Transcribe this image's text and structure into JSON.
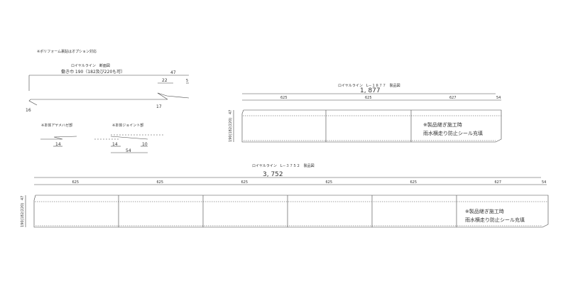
{
  "notes": {
    "polyform": "※ポリフォーム裏貼はオプション対応"
  },
  "section": {
    "title": "ロイヤルライン　断面図",
    "working_width": "働き巾 190（182及び220も可）",
    "dims": {
      "d47": "47",
      "d22": "22",
      "d5": "5",
      "d16": "16",
      "d17": "17"
    },
    "ayame_title": "※本体アヤメハゼ部",
    "ayame_dim": "14",
    "joint_title": "※本体ジョイント部",
    "joint_dims": {
      "a": "14",
      "b": "10",
      "c": "54"
    }
  },
  "drawing_1877": {
    "title": "ロイヤルライン　L－１８７７　製品図",
    "total": "1, 877",
    "segments": [
      "625",
      "625",
      "627",
      "54"
    ],
    "height_top": "47",
    "height_main": "190(182/220)",
    "note_line1": "※製品継ぎ施工時",
    "note_line2": "雨水横走り防止シール充填"
  },
  "drawing_3752": {
    "title": "ロイヤルライン　L－３７５２　製品図",
    "total": "3, 752",
    "segments": [
      "625",
      "625",
      "625",
      "625",
      "625",
      "627",
      "54"
    ],
    "height_top": "47",
    "height_main": "190(182/220)",
    "note_line1": "※製品継ぎ施工時",
    "note_line2": "雨水横走り防止シール充填"
  }
}
